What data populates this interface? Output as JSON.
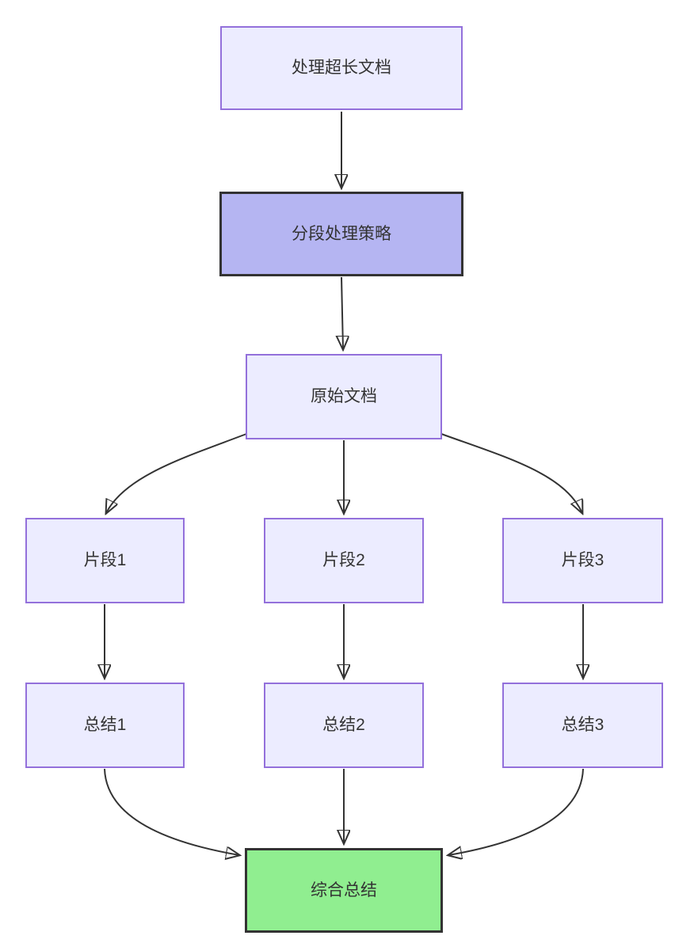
{
  "diagram": {
    "type": "flowchart",
    "direction": "top-down",
    "nodes": [
      {
        "id": "start",
        "label": "处理超长文档",
        "style": "default"
      },
      {
        "id": "strategy",
        "label": "分段处理策略",
        "style": "highlight"
      },
      {
        "id": "doc",
        "label": "原始文档",
        "style": "default"
      },
      {
        "id": "frag1",
        "label": "片段1",
        "style": "default"
      },
      {
        "id": "frag2",
        "label": "片段2",
        "style": "default"
      },
      {
        "id": "frag3",
        "label": "片段3",
        "style": "default"
      },
      {
        "id": "sum1",
        "label": "总结1",
        "style": "default"
      },
      {
        "id": "sum2",
        "label": "总结2",
        "style": "default"
      },
      {
        "id": "sum3",
        "label": "总结3",
        "style": "default"
      },
      {
        "id": "final",
        "label": "综合总结",
        "style": "success"
      }
    ],
    "edges": [
      {
        "from": "start",
        "to": "strategy"
      },
      {
        "from": "strategy",
        "to": "doc"
      },
      {
        "from": "doc",
        "to": "frag1"
      },
      {
        "from": "doc",
        "to": "frag2"
      },
      {
        "from": "doc",
        "to": "frag3"
      },
      {
        "from": "frag1",
        "to": "sum1"
      },
      {
        "from": "frag2",
        "to": "sum2"
      },
      {
        "from": "frag3",
        "to": "sum3"
      },
      {
        "from": "sum1",
        "to": "final"
      },
      {
        "from": "sum2",
        "to": "final"
      },
      {
        "from": "sum3",
        "to": "final"
      }
    ],
    "colors": {
      "background": "#FFFFFF",
      "node_fill": "#ECECFF",
      "node_border": "#9370DB",
      "highlight_fill": "#B5B5F2",
      "highlight_border": "#333333",
      "success_fill": "#90EE90",
      "success_border": "#333333",
      "edge": "#333333",
      "text": "#333333"
    }
  }
}
